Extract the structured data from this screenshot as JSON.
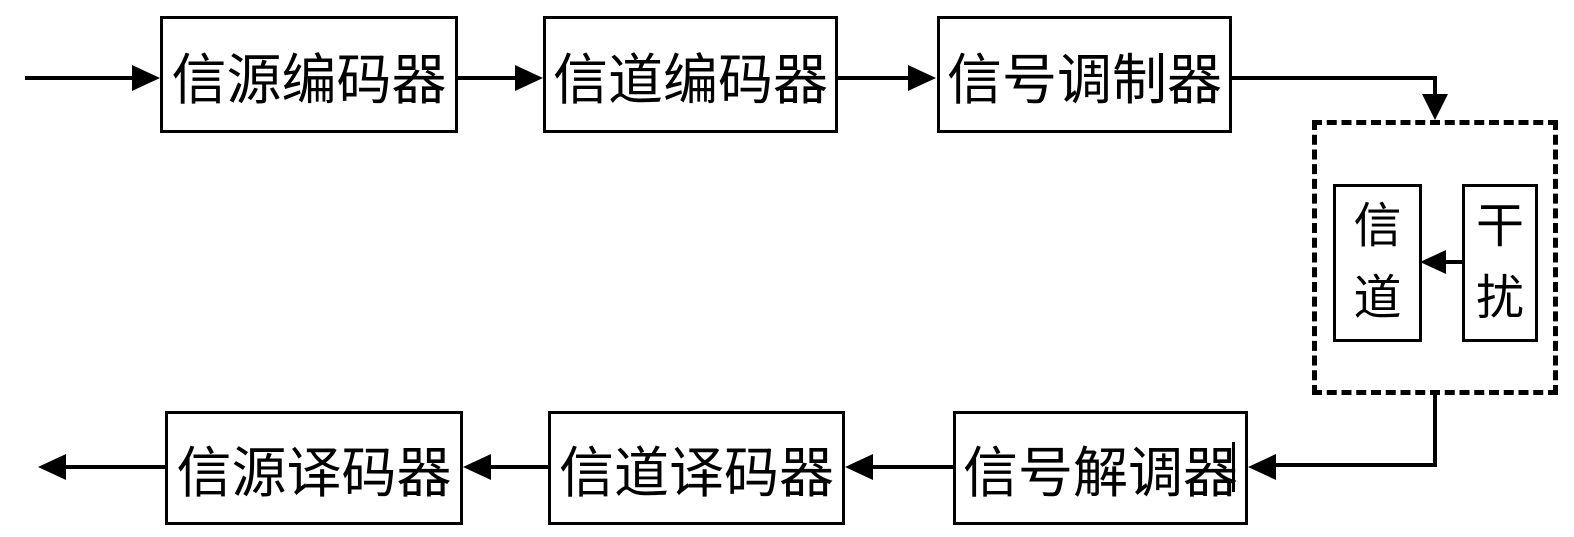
{
  "diagram": {
    "type": "block-flow-diagram",
    "colors": {
      "line": "#000000",
      "background": "#ffffff"
    },
    "boxes": {
      "source_encoder": "信源编码器",
      "channel_encoder": "信道编码器",
      "signal_modulator": "信号调制器",
      "channel": "信道",
      "interference": "干扰",
      "signal_demodulator": "信号解调器",
      "channel_decoder": "信道译码器",
      "source_decoder": "信源译码器"
    },
    "flow": {
      "top_row": [
        "信源编码器",
        "信道编码器",
        "信号调制器"
      ],
      "channel_group": [
        "信道",
        "干扰"
      ],
      "bottom_row": [
        "信号解调器",
        "信道译码器",
        "信源译码器"
      ],
      "direction_top": "left-to-right",
      "direction_bottom": "right-to-left",
      "interference_feeds": "信道"
    }
  }
}
